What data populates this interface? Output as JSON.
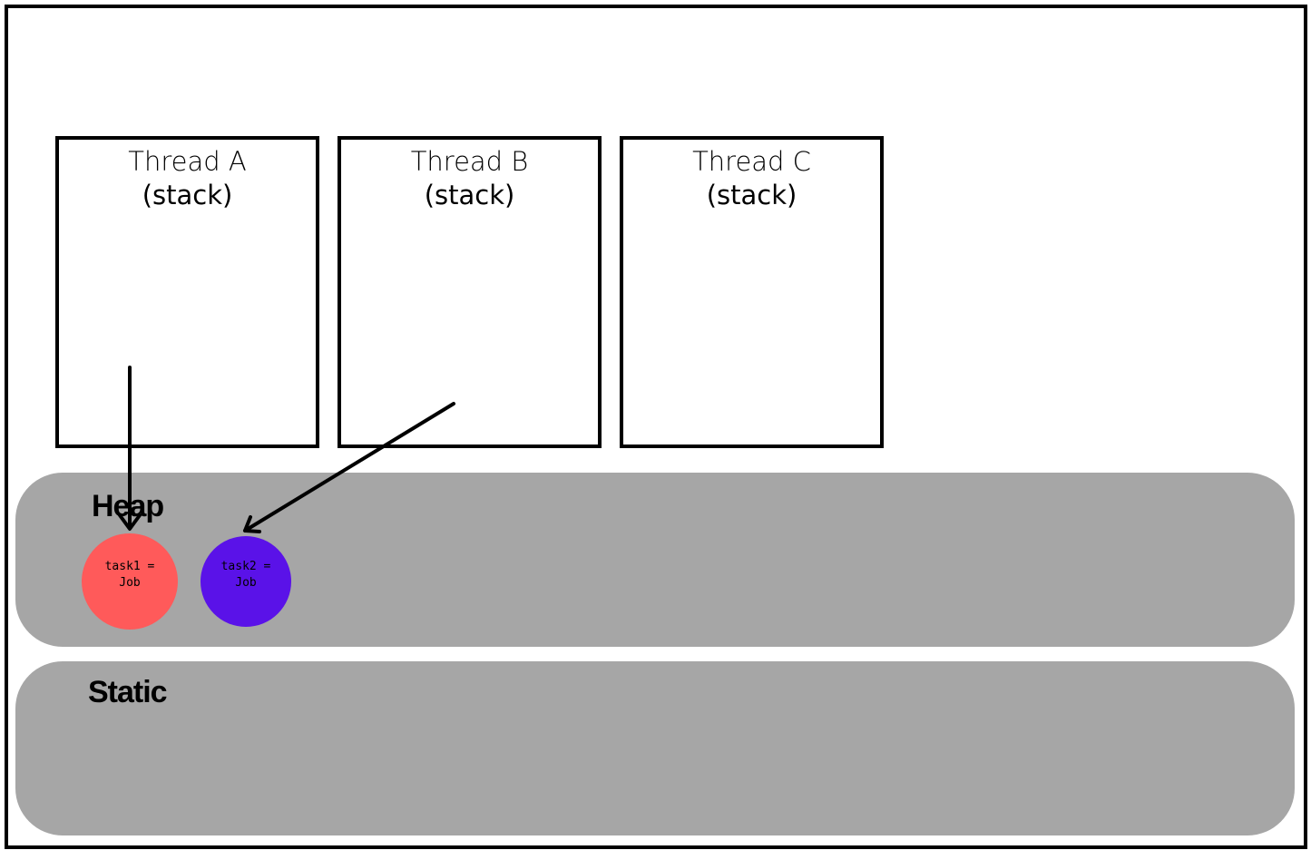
{
  "threads": [
    {
      "title": "Thread A",
      "subtitle": "(stack)"
    },
    {
      "title": "Thread B",
      "subtitle": "(stack)"
    },
    {
      "title": "Thread C",
      "subtitle": "(stack)"
    }
  ],
  "heap": {
    "label": "Heap",
    "objects": [
      {
        "text": "task1 = Job",
        "color": "#ff5a5a"
      },
      {
        "text": "task2 = Job",
        "color": "#5a12e8"
      }
    ]
  },
  "static": {
    "label": "Static"
  },
  "colors": {
    "region_fill": "#a6a6a6",
    "border": "#000000",
    "background": "#ffffff"
  }
}
